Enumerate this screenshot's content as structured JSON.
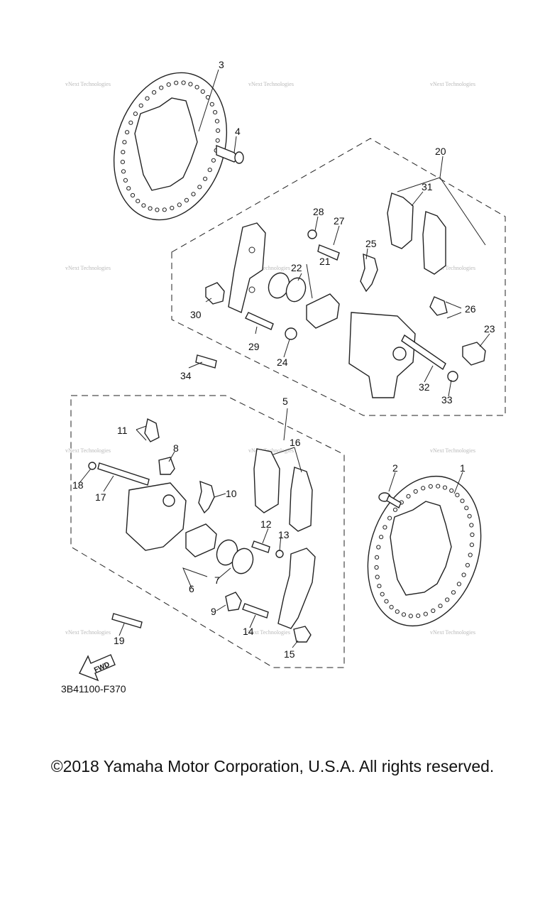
{
  "diagram": {
    "callouts": [
      "1",
      "2",
      "3",
      "4",
      "5",
      "6",
      "7",
      "8",
      "9",
      "10",
      "11",
      "12",
      "13",
      "14",
      "15",
      "16",
      "17",
      "18",
      "19",
      "20",
      "21",
      "22",
      "23",
      "24",
      "25",
      "26",
      "27",
      "28",
      "29",
      "30",
      "31",
      "32",
      "33",
      "34"
    ],
    "watermark": "vNext Technologies",
    "direction_label": "FWD",
    "diagram_code": "3B41100-F370"
  },
  "footer": {
    "copyright": "©2018 Yamaha Motor Corporation, U.S.A. All rights reserved."
  }
}
